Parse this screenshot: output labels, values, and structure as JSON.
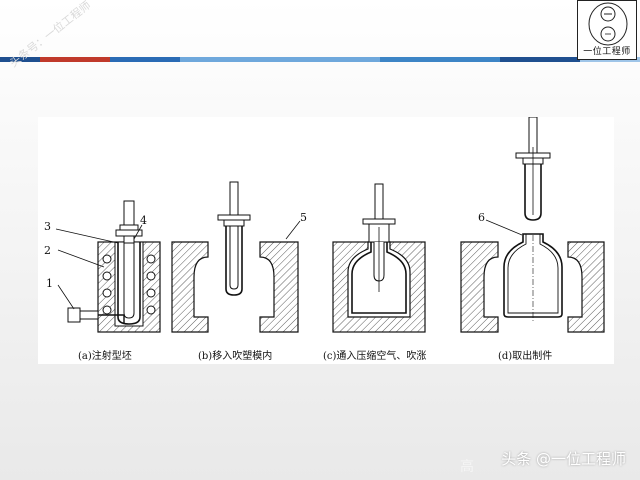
{
  "header": {
    "logo_text": "一位工程师",
    "watermark": "头条号：一位工程师",
    "stripe_colors": [
      "#1f4f8f",
      "#c0392b",
      "#2a6bb5",
      "#6fa8dc",
      "#3d85c6",
      "#1f4f8f",
      "#9fc5e8"
    ]
  },
  "figure": {
    "callouts": [
      "1",
      "2",
      "3",
      "4",
      "5",
      "6"
    ],
    "captions": [
      "(a)注射型坯",
      "(b)移入吹塑模内",
      "(c)通入压缩空气、吹涨",
      "(d)取出制件"
    ]
  },
  "footer": {
    "credit": "头条 @一位工程师",
    "ghost": "高"
  }
}
